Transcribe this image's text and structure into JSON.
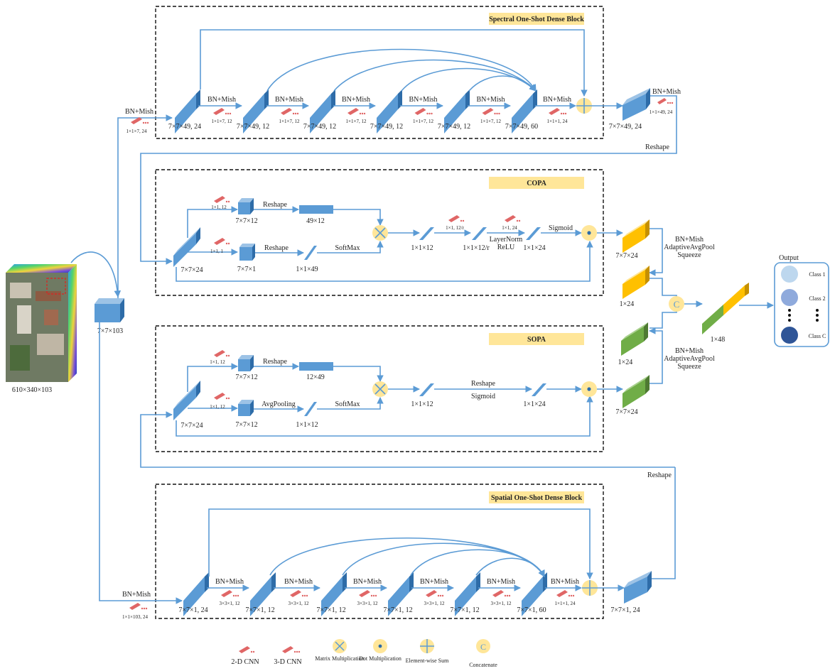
{
  "input": {
    "size": "610×340×103"
  },
  "entry": {
    "label": "7×7×103"
  },
  "spectral": {
    "title": "Spectral One-Shot Dense Block",
    "bn_in": "BN+Mish",
    "conv_in": "1×1×7, 24",
    "blocks": [
      "7×7×49, 24",
      "7×7×49, 12",
      "7×7×49, 12",
      "7×7×49, 12",
      "7×7×49, 12",
      "7×7×49, 60"
    ],
    "bn": [
      "BN+Mish",
      "BN+Mish",
      "BN+Mish",
      "BN+Mish",
      "BN+Mish",
      "BN+Mish"
    ],
    "convs": [
      "1×1×7, 12",
      "1×1×7, 12",
      "1×1×7, 12",
      "1×1×7, 12",
      "1×1×7, 12",
      "1×1×1, 24"
    ],
    "out": "7×7×49, 24",
    "bn_out": "BN+Mish",
    "conv_out": "1×1×49, 24",
    "reshape": "Reshape"
  },
  "copa": {
    "title": "COPA",
    "in_label": "7×7×24",
    "top_conv": "1×1, 12",
    "top_block": "7×7×12",
    "top_reshape": "Reshape",
    "top_matrix": "49×12",
    "bot_conv": "1×1, 1",
    "bot_block": "7×7×1",
    "bot_reshape": "Reshape",
    "bot_vec": "1×1×49",
    "softmax": "SoftMax",
    "v1": "1×1×12",
    "conv2": "1×1, 12/r",
    "v2": "1×1×12/r",
    "ln": "LayerNorm",
    "relu": "ReLU",
    "conv3": "1×1, 24",
    "v3": "1×1×24",
    "sigmoid": "Sigmoid"
  },
  "sopa": {
    "title": "SOPA",
    "in_label": "7×7×24",
    "top_conv": "1×1, 12",
    "top_block": "7×7×12",
    "top_reshape": "Reshape",
    "top_matrix": "12×49",
    "bot_conv": "1×1, 12",
    "bot_block": "7×7×12",
    "avgpool": "AvgPooling",
    "bot_vec": "1×1×12",
    "softmax": "SoftMax",
    "v1": "1×1×12",
    "reshape": "Reshape",
    "sigmoid": "Sigmoid",
    "v2": "1×1×24"
  },
  "spatial": {
    "title": "Spatial One-Shot Dense Block",
    "bn_in": "BN+Mish",
    "conv_in": "1×1×103, 24",
    "blocks": [
      "7×7×1, 24",
      "7×7×1, 12",
      "7×7×1, 12",
      "7×7×1, 12",
      "7×7×1, 12",
      "7×7×1, 60"
    ],
    "bn": [
      "BN+Mish",
      "BN+Mish",
      "BN+Mish",
      "BN+Mish",
      "BN+Mish",
      "BN+Mish"
    ],
    "convs": [
      "3×3×1, 12",
      "3×3×1, 12",
      "3×3×1, 12",
      "3×3×1, 12",
      "3×3×1, 12",
      "1×1×1, 24"
    ],
    "out": "7×7×1, 24",
    "reshape": "Reshape"
  },
  "fusion": {
    "copa_out": "7×7×24",
    "copa_vec": "1×24",
    "sopa_vec": "1×24",
    "sopa_out": "7×7×24",
    "bn_top": "BN+Mish",
    "pool_top": "AdaptiveAvgPool",
    "squeeze_top": "Squeeze",
    "bn_bot": "BN+Mish",
    "pool_bot": "AdaptiveAvgPool",
    "squeeze_bot": "Squeeze",
    "concat_letter": "C",
    "concat_out": "1×48"
  },
  "output": {
    "title": "Output",
    "classes": [
      "Class 1",
      "Class 2",
      "Class C"
    ]
  },
  "legend": {
    "cnn2d": "2-D CNN",
    "cnn3d": "3-D CNN",
    "matrix": "Matrix Multiplication",
    "dot": "Dot Multiplication",
    "sum": "Element-wise Sum",
    "concat": "Concatenate"
  },
  "colors": {
    "arrow": "#5b9bd5",
    "block_front": "#5b9bd5",
    "block_side": "#2e6ca8",
    "block_top": "#9dc3e6",
    "title_bg": "#ffe699",
    "op_fill": "#ffe699",
    "yellow_block": "#ffc000",
    "green_block": "#70ad47",
    "conv_red": "#e06666"
  }
}
